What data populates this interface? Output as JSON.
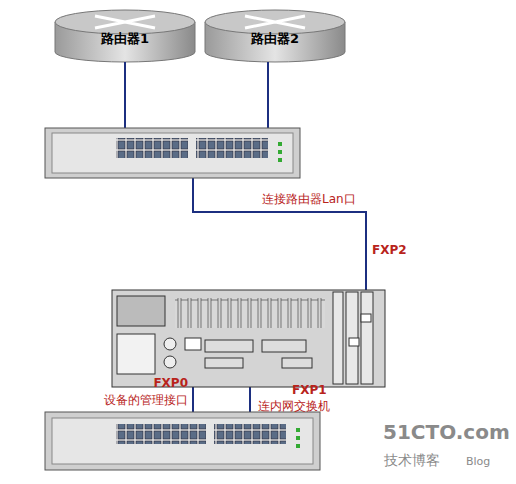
{
  "diagram": {
    "nodes": [
      {
        "text": [
          "路由器1"
        ]
      },
      {
        "text": [
          "路由器2"
        ]
      }
    ],
    "labels": [
      "连接路由器Lan口",
      "FXP2",
      "FXP0",
      "设备的管理接口",
      "FXP1",
      "连内网交换机",
      "51CTO.com",
      "技术博客",
      "Blog"
    ]
  }
}
